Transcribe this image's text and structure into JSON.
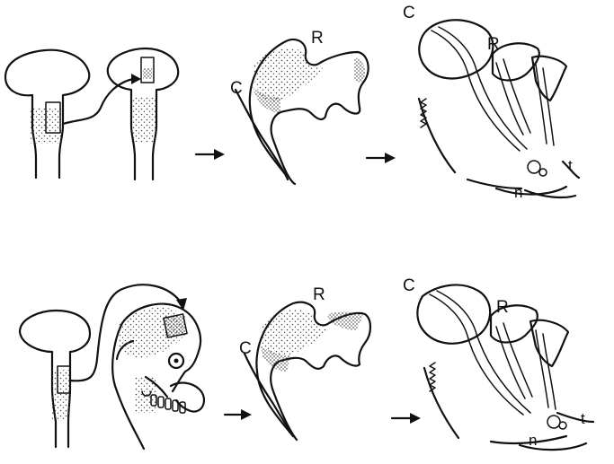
{
  "labels": {
    "c": "C",
    "r": "R",
    "t": "t",
    "n": "n"
  },
  "colors": {
    "ink": "#111111",
    "stipple": "#444444",
    "background": "#ffffff"
  },
  "icons": {
    "arrow": "right-arrow-icon"
  }
}
